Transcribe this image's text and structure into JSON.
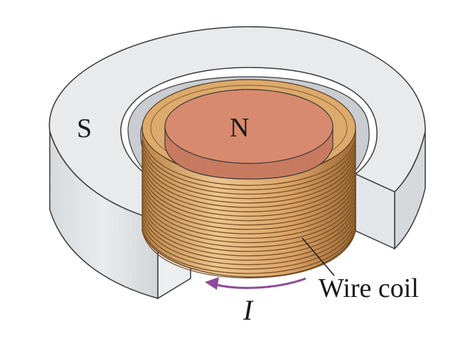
{
  "labels": {
    "south_pole": "S",
    "north_pole": "N",
    "coil": "Wire coil",
    "current": "I"
  },
  "colors": {
    "magnet_top": "#e8eaec",
    "magnet_side": "#dcdfe2",
    "magnet_inner": "#c9cdd1",
    "magnet_outline": "#3a3a3a",
    "pole_top": "#d88a6e",
    "pole_side": "#c77a60",
    "coil_light": "#e6b37a",
    "coil_dark": "#8a5a2a",
    "current_arrow": "#8e4a9a"
  }
}
